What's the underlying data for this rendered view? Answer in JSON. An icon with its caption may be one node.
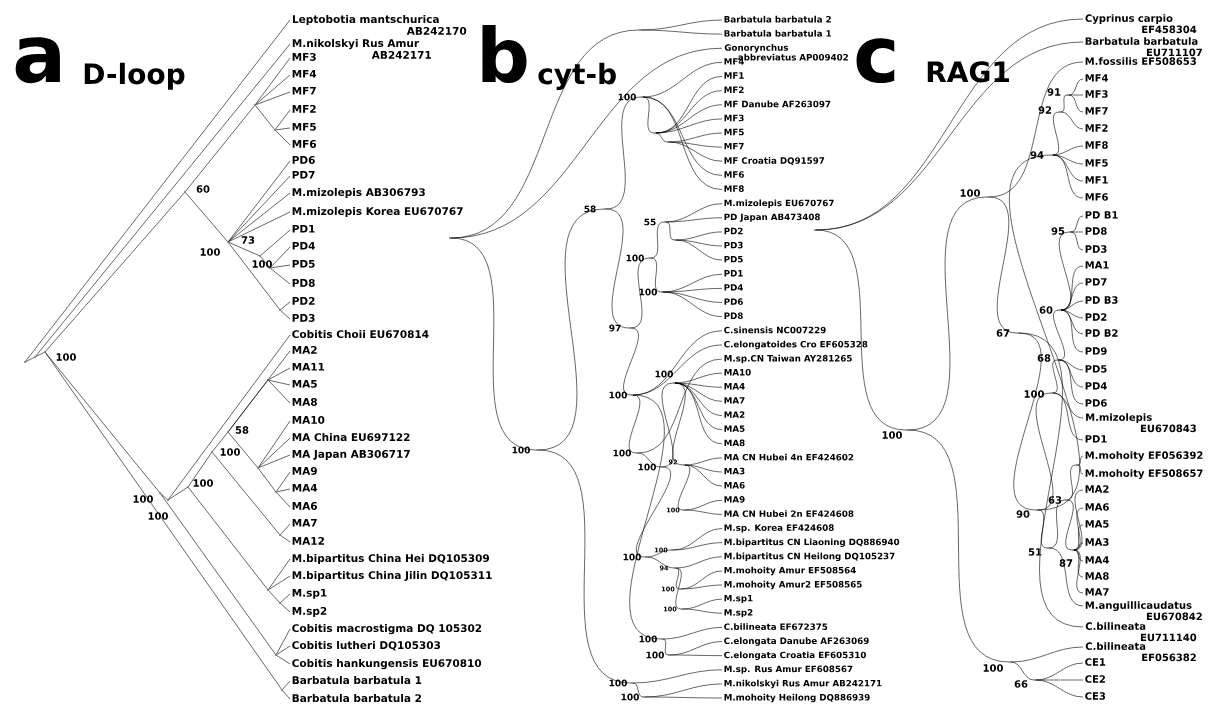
{
  "diagram": {
    "nodes": [
      {
        "text": [
          "Leptobotia mantschurica AB242170"
        ]
      },
      {
        "text": [
          "M.nikolskyi Rus Amur AB242171"
        ]
      },
      {
        "text": [
          "MF3"
        ]
      },
      {
        "text": [
          "MF4"
        ]
      },
      {
        "text": [
          "MF7"
        ]
      },
      {
        "text": [
          "MF2"
        ]
      },
      {
        "text": [
          "MF5"
        ]
      },
      {
        "text": [
          "MF6"
        ]
      },
      {
        "text": [
          "PD6"
        ]
      },
      {
        "text": [
          "PD7"
        ]
      },
      {
        "text": [
          "M.mizolepis AB306793"
        ]
      },
      {
        "text": [
          "M.mizolepis Korea EU670767"
        ]
      },
      {
        "text": [
          "PD1"
        ]
      },
      {
        "text": [
          "PD4"
        ]
      },
      {
        "text": [
          "PD5"
        ]
      },
      {
        "text": [
          "PD8"
        ]
      },
      {
        "text": [
          "PD2"
        ]
      },
      {
        "text": [
          "PD3"
        ]
      },
      {
        "text": [
          "Cobitis Choii EU670814"
        ]
      },
      {
        "text": [
          "MA2"
        ]
      },
      {
        "text": [
          "MA11"
        ]
      },
      {
        "text": [
          "MA5"
        ]
      },
      {
        "text": [
          "MA8"
        ]
      },
      {
        "text": [
          "MA10"
        ]
      },
      {
        "text": [
          "MA China EU697122"
        ]
      },
      {
        "text": [
          "MA Japan AB306717"
        ]
      },
      {
        "text": [
          "MA9"
        ]
      },
      {
        "text": [
          "MA4"
        ]
      },
      {
        "text": [
          "MA6"
        ]
      },
      {
        "text": [
          "MA7"
        ]
      },
      {
        "text": [
          "MA12"
        ]
      },
      {
        "text": [
          "M.bipartitus China Hei DQ105309"
        ]
      },
      {
        "text": [
          "M.bipartitus China Jilin DQ105311"
        ]
      },
      {
        "text": [
          "M.sp1"
        ]
      },
      {
        "text": [
          "M.sp2"
        ]
      },
      {
        "text": [
          "Cobitis macrostigma DQ 105302"
        ]
      },
      {
        "text": [
          "Cobitis lutheri DQ105303"
        ]
      },
      {
        "text": [
          "Cobitis hankungensis EU670810"
        ]
      },
      {
        "text": [
          "Barbatula barbatula 1"
        ]
      },
      {
        "text": [
          "Barbatula barbatula 2"
        ]
      },
      {
        "text": [],
        "shape": "point"
      },
      {
        "text": [],
        "shape": "point"
      },
      {
        "text": [],
        "shape": "point",
        "beside": [
          "100"
        ]
      },
      {
        "text": [],
        "shape": "point",
        "beside": [
          "60"
        ]
      },
      {
        "text": [],
        "shape": "point"
      },
      {
        "text": [],
        "shape": "point"
      },
      {
        "text": [],
        "shape": "point",
        "beside": [
          "100"
        ]
      },
      {
        "text": [],
        "shape": "point",
        "beside": [
          "73"
        ]
      },
      {
        "text": [],
        "shape": "point",
        "beside": [
          "100"
        ]
      },
      {
        "text": [],
        "shape": "point"
      },
      {
        "text": [],
        "shape": "point",
        "beside": [
          "100"
        ]
      },
      {
        "text": [],
        "shape": "point",
        "beside": [
          "100"
        ]
      },
      {
        "text": [],
        "shape": "point",
        "beside": [
          "100"
        ]
      },
      {
        "text": [],
        "shape": "point",
        "beside": [
          "100"
        ]
      },
      {
        "text": [],
        "shape": "point",
        "beside": [
          "58"
        ]
      },
      {
        "text": [],
        "shape": "point"
      },
      {
        "text": [],
        "shape": "point"
      },
      {
        "text": [],
        "shape": "point"
      },
      {
        "text": [],
        "shape": "point"
      },
      {
        "text": [],
        "shape": "point"
      },
      {
        "text": [],
        "shape": "point"
      },
      {
        "text": [],
        "shape": "point"
      },
      {
        "text": [],
        "shape": "point"
      },
      {
        "text": [
          "Barbatula barbatula 2"
        ]
      },
      {
        "text": [
          "Barbatula barbatula 1"
        ]
      },
      {
        "text": [
          "Gonorynchus abbreviatus AP009402"
        ]
      },
      {
        "text": [
          "MF4"
        ]
      },
      {
        "text": [
          "MF1"
        ]
      },
      {
        "text": [
          "MF2"
        ]
      },
      {
        "text": [
          "MF Danube AF263097"
        ]
      },
      {
        "text": [
          "MF3"
        ]
      },
      {
        "text": [
          "MF5"
        ]
      },
      {
        "text": [
          "MF7"
        ]
      },
      {
        "text": [
          "MF Croatia DQ91597"
        ]
      },
      {
        "text": [
          "MF6"
        ]
      },
      {
        "text": [
          "MF8"
        ]
      },
      {
        "text": [
          "M.mizolepis EU670767"
        ]
      },
      {
        "text": [
          "PD Japan AB473408"
        ]
      },
      {
        "text": [
          "PD2"
        ]
      },
      {
        "text": [
          "PD3"
        ]
      },
      {
        "text": [
          "PD5"
        ]
      },
      {
        "text": [
          "PD1"
        ]
      },
      {
        "text": [
          "PD4"
        ]
      },
      {
        "text": [
          "PD6"
        ]
      },
      {
        "text": [
          "PD8"
        ]
      },
      {
        "text": [
          "C.sinensis NC007229"
        ]
      },
      {
        "text": [
          "C.elongatoides Cro EF605328"
        ]
      },
      {
        "text": [
          "M.sp.CN Taiwan AY281265"
        ]
      },
      {
        "text": [
          "MA10"
        ]
      },
      {
        "text": [
          "MA4"
        ]
      },
      {
        "text": [
          "MA7"
        ]
      },
      {
        "text": [
          "MA2"
        ]
      },
      {
        "text": [
          "MA5"
        ]
      },
      {
        "text": [
          "MA8"
        ]
      },
      {
        "text": [
          "MA CN Hubei 4n EF424602"
        ]
      },
      {
        "text": [
          "MA3"
        ]
      },
      {
        "text": [
          "MA6"
        ]
      },
      {
        "text": [
          "MA9"
        ]
      },
      {
        "text": [
          "MA CN Hubei 2n EF424608"
        ]
      },
      {
        "text": [
          "M.sp. Korea EF424608"
        ]
      },
      {
        "text": [
          "M.bipartitus CN Liaoning DQ886940"
        ]
      },
      {
        "text": [
          "M.bipartitus CN Heilong DQ105237"
        ]
      },
      {
        "text": [
          "M.mohoity Amur EF508564"
        ]
      },
      {
        "text": [
          "M.mohoity Amur2 EF508565"
        ]
      },
      {
        "text": [
          "M.sp1"
        ]
      },
      {
        "text": [
          "M.sp2"
        ]
      },
      {
        "text": [
          "C.bilineata EF672375"
        ]
      },
      {
        "text": [
          "C.elongata Danube AF263069"
        ]
      },
      {
        "text": [
          "C.elongata Croatia EF605310"
        ]
      },
      {
        "text": [
          "M.sp. Rus Amur EF608567"
        ]
      },
      {
        "text": [
          "M.nikolskyi Rus Amur AB242171"
        ]
      },
      {
        "text": [
          "M.mohoity Heilong DQ886939"
        ]
      },
      {
        "text": [],
        "shape": "point"
      },
      {
        "text": [],
        "shape": "point"
      },
      {
        "text": [],
        "shape": "point",
        "beside": [
          "100"
        ]
      },
      {
        "text": [],
        "shape": "point",
        "beside": [
          "58"
        ]
      },
      {
        "text": [],
        "shape": "point",
        "beside": [
          "100"
        ]
      },
      {
        "text": [],
        "shape": "point"
      },
      {
        "text": [],
        "shape": "point"
      },
      {
        "text": [],
        "shape": "point",
        "beside": [
          "97"
        ]
      },
      {
        "text": [],
        "shape": "point",
        "beside": [
          "100"
        ]
      },
      {
        "text": [],
        "shape": "point",
        "beside": [
          "55"
        ]
      },
      {
        "text": [],
        "shape": "point"
      },
      {
        "text": [],
        "shape": "point",
        "beside": [
          "100"
        ]
      },
      {
        "text": [],
        "shape": "point",
        "beside": [
          "100"
        ]
      },
      {
        "text": [],
        "shape": "point",
        "beside": [
          "100"
        ]
      },
      {
        "text": [],
        "shape": "point",
        "beside": [
          "100"
        ]
      },
      {
        "text": [],
        "shape": "point",
        "beside": [
          "100"
        ]
      },
      {
        "text": [],
        "shape": "point",
        "beside": [
          "92"
        ]
      },
      {
        "text": [],
        "shape": "point",
        "beside": [
          "100"
        ]
      },
      {
        "text": [],
        "shape": "point",
        "beside": [
          "100"
        ]
      },
      {
        "text": [],
        "shape": "point",
        "beside": [
          "100"
        ]
      },
      {
        "text": [],
        "shape": "point",
        "beside": [
          "94"
        ]
      },
      {
        "text": [],
        "shape": "point",
        "beside": [
          "100"
        ]
      },
      {
        "text": [],
        "shape": "point",
        "beside": [
          "100"
        ]
      },
      {
        "text": [],
        "shape": "point",
        "beside": [
          "100"
        ]
      },
      {
        "text": [],
        "shape": "point",
        "beside": [
          "100"
        ]
      },
      {
        "text": [],
        "shape": "point",
        "beside": [
          "100"
        ]
      },
      {
        "text": [],
        "shape": "point",
        "beside": [
          "100"
        ]
      },
      {
        "text": [
          "Cyprinus carpio EF458304"
        ]
      },
      {
        "text": [
          "Barbatula barbatula EU711107"
        ]
      },
      {
        "text": [
          "M.fossilis EF508653"
        ]
      },
      {
        "text": [
          "MF4"
        ]
      },
      {
        "text": [
          "MF3"
        ]
      },
      {
        "text": [
          "MF7"
        ]
      },
      {
        "text": [
          "MF2"
        ]
      },
      {
        "text": [
          "MF8"
        ]
      },
      {
        "text": [
          "MF5"
        ]
      },
      {
        "text": [
          "MF1"
        ]
      },
      {
        "text": [
          "MF6"
        ]
      },
      {
        "text": [
          "PD B1"
        ]
      },
      {
        "text": [
          "PD8"
        ]
      },
      {
        "text": [
          "PD3"
        ]
      },
      {
        "text": [
          "MA1"
        ]
      },
      {
        "text": [
          "PD7"
        ]
      },
      {
        "text": [
          "PD B3"
        ]
      },
      {
        "text": [
          "PD2"
        ]
      },
      {
        "text": [
          "PD B2"
        ]
      },
      {
        "text": [
          "PD9"
        ]
      },
      {
        "text": [
          "PD5"
        ]
      },
      {
        "text": [
          "PD4"
        ]
      },
      {
        "text": [
          "PD6"
        ]
      },
      {
        "text": [
          "M.mizolepis EU670843"
        ]
      },
      {
        "text": [
          "PD1"
        ]
      },
      {
        "text": [
          "M.mohoity EF056392"
        ]
      },
      {
        "text": [
          "M.mohoity EF508657"
        ]
      },
      {
        "text": [
          "MA2"
        ]
      },
      {
        "text": [
          "MA6"
        ]
      },
      {
        "text": [
          "MA5"
        ]
      },
      {
        "text": [
          "MA3"
        ]
      },
      {
        "text": [
          "MA4"
        ]
      },
      {
        "text": [
          "MA8"
        ]
      },
      {
        "text": [
          "MA7"
        ]
      },
      {
        "text": [
          "M.anguillicaudatus EU670842"
        ]
      },
      {
        "text": [
          "C.bilineata EU711140"
        ]
      },
      {
        "text": [
          "C.bilineata EF056382"
        ]
      },
      {
        "text": [
          "CE1"
        ]
      },
      {
        "text": [
          "CE2"
        ]
      },
      {
        "text": [
          "CE3"
        ]
      },
      {
        "text": [],
        "shape": "point"
      },
      {
        "text": [],
        "shape": "point",
        "beside": [
          "100"
        ]
      },
      {
        "text": [],
        "shape": "point",
        "beside": [
          "100"
        ]
      },
      {
        "text": [],
        "shape": "point",
        "beside": [
          "67"
        ]
      },
      {
        "text": [],
        "shape": "point",
        "beside": [
          "90"
        ]
      },
      {
        "text": [],
        "shape": "point",
        "beside": [
          "94"
        ]
      },
      {
        "text": [],
        "shape": "point",
        "beside": [
          "92"
        ]
      },
      {
        "text": [],
        "shape": "point",
        "beside": [
          "91"
        ]
      },
      {
        "text": [],
        "shape": "point",
        "beside": [
          "100"
        ]
      },
      {
        "text": [],
        "shape": "point",
        "beside": [
          "68"
        ]
      },
      {
        "text": [],
        "shape": "point",
        "beside": [
          "60"
        ]
      },
      {
        "text": [],
        "shape": "point",
        "beside": [
          "95"
        ]
      },
      {
        "text": [],
        "shape": "point",
        "beside": [
          "51"
        ]
      },
      {
        "text": [],
        "shape": "point",
        "beside": [
          "63"
        ]
      },
      {
        "text": [],
        "shape": "point"
      },
      {
        "text": [],
        "shape": "point",
        "beside": [
          "87"
        ]
      },
      {
        "text": [],
        "shape": "point",
        "beside": [
          "100"
        ]
      },
      {
        "text": [],
        "shape": "point",
        "beside": [
          "66"
        ]
      }
    ],
    "edges": [
      {
        "from": 40,
        "to": 0,
        "arrow": "none"
      },
      {
        "from": 40,
        "to": 41,
        "arrow": "none"
      },
      {
        "from": 41,
        "to": 1,
        "arrow": "none"
      },
      {
        "from": 41,
        "to": 42,
        "arrow": "none"
      },
      {
        "from": 42,
        "to": 43,
        "arrow": "none"
      },
      {
        "from": 42,
        "to": 62,
        "arrow": "none"
      },
      {
        "from": 42,
        "to": 50,
        "arrow": "none"
      },
      {
        "from": 43,
        "to": 44,
        "arrow": "none"
      },
      {
        "from": 43,
        "to": 46,
        "arrow": "none"
      },
      {
        "from": 44,
        "to": 2,
        "arrow": "none"
      },
      {
        "from": 44,
        "to": 3,
        "arrow": "none"
      },
      {
        "from": 44,
        "to": 4,
        "arrow": "none"
      },
      {
        "from": 44,
        "to": 45,
        "arrow": "none"
      },
      {
        "from": 45,
        "to": 5,
        "arrow": "none"
      },
      {
        "from": 45,
        "to": 6,
        "arrow": "none"
      },
      {
        "from": 45,
        "to": 7,
        "arrow": "none"
      },
      {
        "from": 46,
        "to": 8,
        "arrow": "none"
      },
      {
        "from": 46,
        "to": 9,
        "arrow": "none"
      },
      {
        "from": 46,
        "to": 10,
        "arrow": "none"
      },
      {
        "from": 46,
        "to": 11,
        "arrow": "none"
      },
      {
        "from": 46,
        "to": 47,
        "arrow": "none"
      },
      {
        "from": 46,
        "to": 49,
        "arrow": "none"
      },
      {
        "from": 47,
        "to": 12,
        "arrow": "none"
      },
      {
        "from": 47,
        "to": 48,
        "arrow": "none"
      },
      {
        "from": 48,
        "to": 13,
        "arrow": "none"
      },
      {
        "from": 48,
        "to": 14,
        "arrow": "none"
      },
      {
        "from": 48,
        "to": 15,
        "arrow": "none"
      },
      {
        "from": 49,
        "to": 16,
        "arrow": "none"
      },
      {
        "from": 49,
        "to": 17,
        "arrow": "none"
      },
      {
        "from": 50,
        "to": 51,
        "arrow": "none"
      },
      {
        "from": 50,
        "to": 61,
        "arrow": "none"
      },
      {
        "from": 51,
        "to": 18,
        "arrow": "none"
      },
      {
        "from": 51,
        "to": 52,
        "arrow": "none"
      },
      {
        "from": 52,
        "to": 53,
        "arrow": "none"
      },
      {
        "from": 52,
        "to": 59,
        "arrow": "none"
      },
      {
        "from": 53,
        "to": 54,
        "arrow": "none"
      },
      {
        "from": 53,
        "to": 58,
        "arrow": "none"
      },
      {
        "from": 54,
        "to": 19,
        "arrow": "none"
      },
      {
        "from": 54,
        "to": 55,
        "arrow": "none"
      },
      {
        "from": 54,
        "to": 56,
        "arrow": "none"
      },
      {
        "from": 55,
        "to": 20,
        "arrow": "none"
      },
      {
        "from": 55,
        "to": 21,
        "arrow": "none"
      },
      {
        "from": 55,
        "to": 22,
        "arrow": "none"
      },
      {
        "from": 56,
        "to": 23,
        "arrow": "none"
      },
      {
        "from": 56,
        "to": 24,
        "arrow": "none"
      },
      {
        "from": 56,
        "to": 25,
        "arrow": "none"
      },
      {
        "from": 56,
        "to": 57,
        "arrow": "none"
      },
      {
        "from": 57,
        "to": 26,
        "arrow": "none"
      },
      {
        "from": 57,
        "to": 27,
        "arrow": "none"
      },
      {
        "from": 57,
        "to": 28,
        "arrow": "none"
      },
      {
        "from": 58,
        "to": 29,
        "arrow": "none"
      },
      {
        "from": 58,
        "to": 30,
        "arrow": "none"
      },
      {
        "from": 59,
        "to": 31,
        "arrow": "none"
      },
      {
        "from": 59,
        "to": 32,
        "arrow": "none"
      },
      {
        "from": 59,
        "to": 60,
        "arrow": "none"
      },
      {
        "from": 60,
        "to": 33,
        "arrow": "none"
      },
      {
        "from": 60,
        "to": 34,
        "arrow": "none"
      },
      {
        "from": 61,
        "to": 35,
        "arrow": "none"
      },
      {
        "from": 61,
        "to": 36,
        "arrow": "none"
      },
      {
        "from": 61,
        "to": 37,
        "arrow": "none"
      },
      {
        "from": 62,
        "to": 38,
        "arrow": "none"
      },
      {
        "from": 62,
        "to": 39,
        "arrow": "none"
      },
      {
        "from": 112,
        "to": 113,
        "arrow": "none"
      },
      {
        "from": 112,
        "to": 65,
        "arrow": "none"
      },
      {
        "from": 112,
        "to": 114,
        "arrow": "none"
      },
      {
        "from": 113,
        "to": 63,
        "arrow": "none"
      },
      {
        "from": 113,
        "to": 64,
        "arrow": "none"
      },
      {
        "from": 114,
        "to": 115,
        "arrow": "none"
      },
      {
        "from": 114,
        "to": 137,
        "arrow": "none"
      },
      {
        "from": 115,
        "to": 116,
        "arrow": "none"
      },
      {
        "from": 115,
        "to": 119,
        "arrow": "none"
      },
      {
        "from": 116,
        "to": 66,
        "arrow": "none"
      },
      {
        "from": 116,
        "to": 117,
        "arrow": "none"
      },
      {
        "from": 116,
        "to": 74,
        "arrow": "none"
      },
      {
        "from": 116,
        "to": 75,
        "arrow": "none"
      },
      {
        "from": 117,
        "to": 67,
        "arrow": "none"
      },
      {
        "from": 117,
        "to": 68,
        "arrow": "none"
      },
      {
        "from": 117,
        "to": 69,
        "arrow": "none"
      },
      {
        "from": 117,
        "to": 70,
        "arrow": "none"
      },
      {
        "from": 117,
        "to": 118,
        "arrow": "none"
      },
      {
        "from": 118,
        "to": 71,
        "arrow": "none"
      },
      {
        "from": 118,
        "to": 72,
        "arrow": "none"
      },
      {
        "from": 118,
        "to": 73,
        "arrow": "none"
      },
      {
        "from": 119,
        "to": 120,
        "arrow": "none"
      },
      {
        "from": 119,
        "to": 124,
        "arrow": "none"
      },
      {
        "from": 120,
        "to": 121,
        "arrow": "none"
      },
      {
        "from": 120,
        "to": 123,
        "arrow": "none"
      },
      {
        "from": 121,
        "to": 76,
        "arrow": "none"
      },
      {
        "from": 121,
        "to": 77,
        "arrow": "none"
      },
      {
        "from": 121,
        "to": 122,
        "arrow": "none"
      },
      {
        "from": 122,
        "to": 78,
        "arrow": "none"
      },
      {
        "from": 122,
        "to": 79,
        "arrow": "none"
      },
      {
        "from": 122,
        "to": 80,
        "arrow": "none"
      },
      {
        "from": 123,
        "to": 81,
        "arrow": "none"
      },
      {
        "from": 123,
        "to": 82,
        "arrow": "none"
      },
      {
        "from": 123,
        "to": 83,
        "arrow": "none"
      },
      {
        "from": 123,
        "to": 84,
        "arrow": "none"
      },
      {
        "from": 124,
        "to": 85,
        "arrow": "none"
      },
      {
        "from": 124,
        "to": 86,
        "arrow": "none"
      },
      {
        "from": 124,
        "to": 125,
        "arrow": "none"
      },
      {
        "from": 124,
        "to": 135,
        "arrow": "none"
      },
      {
        "from": 125,
        "to": 87,
        "arrow": "none"
      },
      {
        "from": 125,
        "to": 126,
        "arrow": "none"
      },
      {
        "from": 126,
        "to": 127,
        "arrow": "none"
      },
      {
        "from": 126,
        "to": 130,
        "arrow": "none"
      },
      {
        "from": 127,
        "to": 88,
        "arrow": "none"
      },
      {
        "from": 127,
        "to": 89,
        "arrow": "none"
      },
      {
        "from": 127,
        "to": 90,
        "arrow": "none"
      },
      {
        "from": 127,
        "to": 91,
        "arrow": "none"
      },
      {
        "from": 127,
        "to": 92,
        "arrow": "none"
      },
      {
        "from": 127,
        "to": 93,
        "arrow": "none"
      },
      {
        "from": 127,
        "to": 128,
        "arrow": "none"
      },
      {
        "from": 128,
        "to": 94,
        "arrow": "none"
      },
      {
        "from": 128,
        "to": 95,
        "arrow": "none"
      },
      {
        "from": 128,
        "to": 96,
        "arrow": "none"
      },
      {
        "from": 128,
        "to": 129,
        "arrow": "none"
      },
      {
        "from": 129,
        "to": 97,
        "arrow": "none"
      },
      {
        "from": 129,
        "to": 98,
        "arrow": "none"
      },
      {
        "from": 130,
        "to": 131,
        "arrow": "none"
      },
      {
        "from": 130,
        "to": 132,
        "arrow": "none"
      },
      {
        "from": 131,
        "to": 99,
        "arrow": "none"
      },
      {
        "from": 131,
        "to": 100,
        "arrow": "none"
      },
      {
        "from": 132,
        "to": 101,
        "arrow": "none"
      },
      {
        "from": 132,
        "to": 133,
        "arrow": "none"
      },
      {
        "from": 132,
        "to": 134,
        "arrow": "none"
      },
      {
        "from": 133,
        "to": 102,
        "arrow": "none"
      },
      {
        "from": 133,
        "to": 103,
        "arrow": "none"
      },
      {
        "from": 134,
        "to": 104,
        "arrow": "none"
      },
      {
        "from": 134,
        "to": 105,
        "arrow": "none"
      },
      {
        "from": 135,
        "to": 106,
        "arrow": "none"
      },
      {
        "from": 135,
        "to": 136,
        "arrow": "none"
      },
      {
        "from": 136,
        "to": 107,
        "arrow": "none"
      },
      {
        "from": 136,
        "to": 108,
        "arrow": "none"
      },
      {
        "from": 137,
        "to": 109,
        "arrow": "none"
      },
      {
        "from": 137,
        "to": 138,
        "arrow": "none"
      },
      {
        "from": 138,
        "to": 110,
        "arrow": "none"
      },
      {
        "from": 138,
        "to": 111,
        "arrow": "none"
      },
      {
        "from": 179,
        "to": 139,
        "arrow": "none"
      },
      {
        "from": 179,
        "to": 140,
        "arrow": "none"
      },
      {
        "from": 179,
        "to": 180,
        "arrow": "none"
      },
      {
        "from": 180,
        "to": 181,
        "arrow": "none"
      },
      {
        "from": 180,
        "to": 195,
        "arrow": "none"
      },
      {
        "from": 181,
        "to": 141,
        "arrow": "none"
      },
      {
        "from": 181,
        "to": 182,
        "arrow": "none"
      },
      {
        "from": 182,
        "to": 183,
        "arrow": "none"
      },
      {
        "from": 182,
        "to": 174,
        "arrow": "none"
      },
      {
        "from": 183,
        "to": 184,
        "arrow": "none"
      },
      {
        "from": 183,
        "to": 187,
        "arrow": "none"
      },
      {
        "from": 183,
        "to": 191,
        "arrow": "none"
      },
      {
        "from": 184,
        "to": 185,
        "arrow": "none"
      },
      {
        "from": 184,
        "to": 146,
        "arrow": "none"
      },
      {
        "from": 184,
        "to": 147,
        "arrow": "none"
      },
      {
        "from": 184,
        "to": 148,
        "arrow": "none"
      },
      {
        "from": 184,
        "to": 149,
        "arrow": "none"
      },
      {
        "from": 185,
        "to": 186,
        "arrow": "none"
      },
      {
        "from": 185,
        "to": 145,
        "arrow": "none"
      },
      {
        "from": 186,
        "to": 142,
        "arrow": "none"
      },
      {
        "from": 186,
        "to": 143,
        "arrow": "none"
      },
      {
        "from": 186,
        "to": 144,
        "arrow": "none"
      },
      {
        "from": 187,
        "to": 188,
        "arrow": "none"
      },
      {
        "from": 187,
        "to": 162,
        "arrow": "none"
      },
      {
        "from": 187,
        "to": 163,
        "arrow": "none"
      },
      {
        "from": 188,
        "to": 189,
        "arrow": "none"
      },
      {
        "from": 188,
        "to": 159,
        "arrow": "none"
      },
      {
        "from": 188,
        "to": 160,
        "arrow": "none"
      },
      {
        "from": 188,
        "to": 161,
        "arrow": "none"
      },
      {
        "from": 189,
        "to": 190,
        "arrow": "none"
      },
      {
        "from": 189,
        "to": 153,
        "arrow": "none"
      },
      {
        "from": 189,
        "to": 154,
        "arrow": "none"
      },
      {
        "from": 189,
        "to": 155,
        "arrow": "none"
      },
      {
        "from": 189,
        "to": 156,
        "arrow": "none"
      },
      {
        "from": 189,
        "to": 157,
        "arrow": "none"
      },
      {
        "from": 189,
        "to": 158,
        "arrow": "none"
      },
      {
        "from": 190,
        "to": 150,
        "arrow": "none"
      },
      {
        "from": 190,
        "to": 151,
        "arrow": "none"
      },
      {
        "from": 190,
        "to": 152,
        "arrow": "none"
      },
      {
        "from": 191,
        "to": 192,
        "arrow": "none"
      },
      {
        "from": 191,
        "to": 173,
        "arrow": "none"
      },
      {
        "from": 192,
        "to": 193,
        "arrow": "none"
      },
      {
        "from": 192,
        "to": 194,
        "arrow": "none"
      },
      {
        "from": 193,
        "to": 164,
        "arrow": "none"
      },
      {
        "from": 193,
        "to": 165,
        "arrow": "none"
      },
      {
        "from": 194,
        "to": 166,
        "arrow": "none"
      },
      {
        "from": 194,
        "to": 167,
        "arrow": "none"
      },
      {
        "from": 194,
        "to": 168,
        "arrow": "none"
      },
      {
        "from": 194,
        "to": 169,
        "arrow": "none"
      },
      {
        "from": 194,
        "to": 170,
        "arrow": "none"
      },
      {
        "from": 194,
        "to": 171,
        "arrow": "none"
      },
      {
        "from": 194,
        "to": 172,
        "arrow": "none"
      },
      {
        "from": 195,
        "to": 175,
        "arrow": "none"
      },
      {
        "from": 195,
        "to": 196,
        "arrow": "none"
      },
      {
        "from": 196,
        "to": 176,
        "arrow": "none"
      },
      {
        "from": 196,
        "to": 177,
        "arrow": "none"
      },
      {
        "from": 196,
        "to": 178,
        "arrow": "none"
      }
    ],
    "labels": [
      "a",
      "D-loop",
      "b",
      "cyt-b",
      "c",
      "RAG1"
    ]
  }
}
